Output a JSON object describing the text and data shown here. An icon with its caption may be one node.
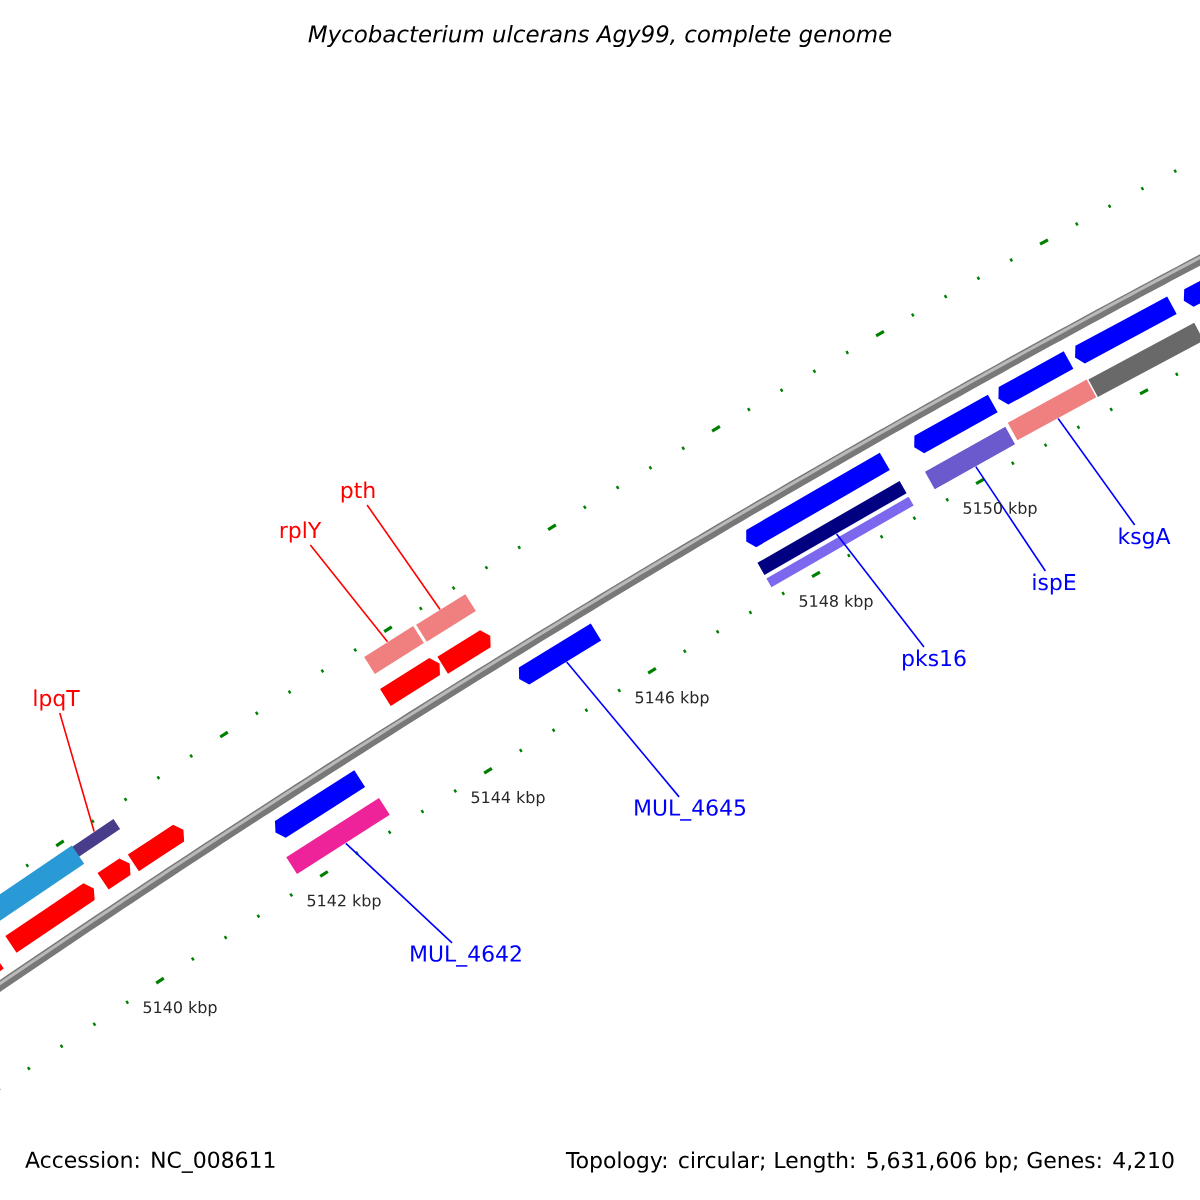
{
  "diagram": {
    "title": "Mycobacterium ulcerans Agy99, complete genome",
    "nodes": [
      {
        "text": [
          "lpqT"
        ]
      },
      {
        "text": [],
        "shape": "bar"
      },
      {
        "text": [
          "rplY"
        ]
      },
      {
        "text": [],
        "shape": "bar"
      },
      {
        "text": [
          "pth"
        ]
      },
      {
        "text": [],
        "shape": "bar"
      },
      {
        "text": [
          "MUL_4642"
        ]
      },
      {
        "text": [],
        "shape": "bar"
      },
      {
        "text": [
          "MUL_4645"
        ]
      },
      {
        "text": [],
        "shape": "bar"
      },
      {
        "text": [
          "pks16"
        ]
      },
      {
        "text": [],
        "shape": "bar"
      },
      {
        "text": [
          "ispE"
        ]
      },
      {
        "text": [],
        "shape": "bar"
      },
      {
        "text": [
          "ksgA"
        ]
      },
      {
        "text": [],
        "shape": "bar"
      },
      {
        "text": [],
        "shape": "bar"
      },
      {
        "text": [],
        "shape": "bar"
      },
      {
        "text": [],
        "shape": "bar"
      },
      {
        "text": [],
        "shape": "bar"
      },
      {
        "text": [],
        "shape": "bar"
      },
      {
        "text": [],
        "shape": "bar"
      },
      {
        "text": [],
        "shape": "bar"
      },
      {
        "text": [],
        "shape": "bar"
      },
      {
        "text": [],
        "shape": "bar"
      },
      {
        "text": [],
        "shape": "bar"
      },
      {
        "text": [],
        "shape": "bar"
      },
      {
        "text": [],
        "shape": "bar"
      },
      {
        "text": [],
        "shape": "bar"
      },
      {
        "text": [],
        "shape": "bar"
      },
      {
        "text": [],
        "shape": "bar"
      }
    ],
    "edges": [
      {
        "from": 0,
        "to": 1,
        "arrow": "none",
        "color": "#ff0000"
      },
      {
        "from": 2,
        "to": 3,
        "arrow": "none",
        "color": "#ff0000"
      },
      {
        "from": 4,
        "to": 5,
        "arrow": "none",
        "color": "#ff0000"
      },
      {
        "from": 6,
        "to": 7,
        "arrow": "none"
      },
      {
        "from": 8,
        "to": 9,
        "arrow": "none"
      },
      {
        "from": 10,
        "to": 11,
        "arrow": "none"
      },
      {
        "from": 12,
        "to": 13,
        "arrow": "none"
      },
      {
        "from": 14,
        "to": 15,
        "arrow": "none"
      }
    ],
    "labels": [
      "5140 kbp",
      "5142 kbp",
      "5144 kbp",
      "5146 kbp",
      "5148 kbp",
      "5150 kbp",
      "Accession: NC_008611",
      "Topology: circular; Length: 5,631,606 bp; Genes: 4,210"
    ]
  }
}
